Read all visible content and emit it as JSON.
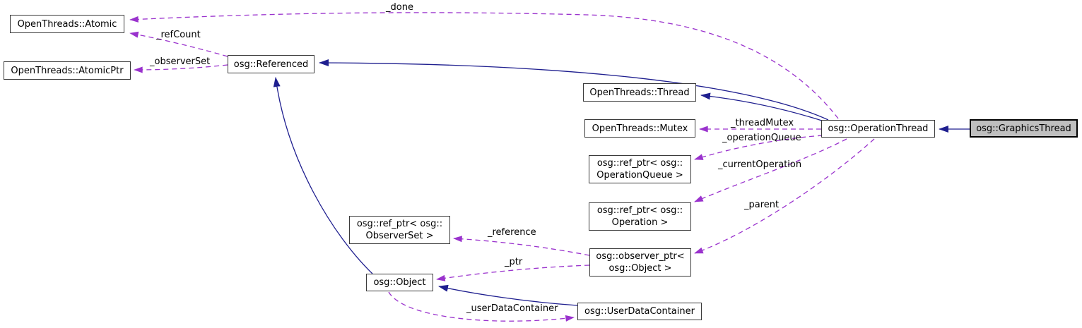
{
  "nodes": {
    "atomic": {
      "label": "OpenThreads::Atomic"
    },
    "atomic_ptr": {
      "label": "OpenThreads::AtomicPtr"
    },
    "referenced": {
      "label": "osg::Referenced"
    },
    "thread": {
      "label": "OpenThreads::Thread"
    },
    "mutex": {
      "label": "OpenThreads::Mutex"
    },
    "ref_ptr_operation_queue": {
      "label": "osg::ref_ptr< osg::\nOperationQueue >"
    },
    "ref_ptr_operation": {
      "label": "osg::ref_ptr< osg::\nOperation >"
    },
    "ref_ptr_observer_set": {
      "label": "osg::ref_ptr< osg::\nObserverSet >"
    },
    "observer_ptr_object": {
      "label": "osg::observer_ptr<\nosg::Object >"
    },
    "object": {
      "label": "osg::Object"
    },
    "user_data_container": {
      "label": "osg::UserDataContainer"
    },
    "operation_thread": {
      "label": "osg::OperationThread"
    },
    "graphics_thread": {
      "label": "osg::GraphicsThread"
    }
  },
  "edge_labels": {
    "done": "_done",
    "ref_count": "_refCount",
    "observer_set": "_observerSet",
    "thread_mutex": "_threadMutex",
    "operation_queue": "_operationQueue",
    "current_operation": "_currentOperation",
    "parent": "_parent",
    "reference": "_reference",
    "ptr": "_ptr",
    "user_data_container": "_userDataContainer"
  },
  "colors": {
    "inheritance_edge": "#1f1f8f",
    "usage_edge": "#9a32cd",
    "node_border": "#3a3a3a",
    "current_node_fill": "#bfbfbf",
    "background": "#ffffff"
  }
}
